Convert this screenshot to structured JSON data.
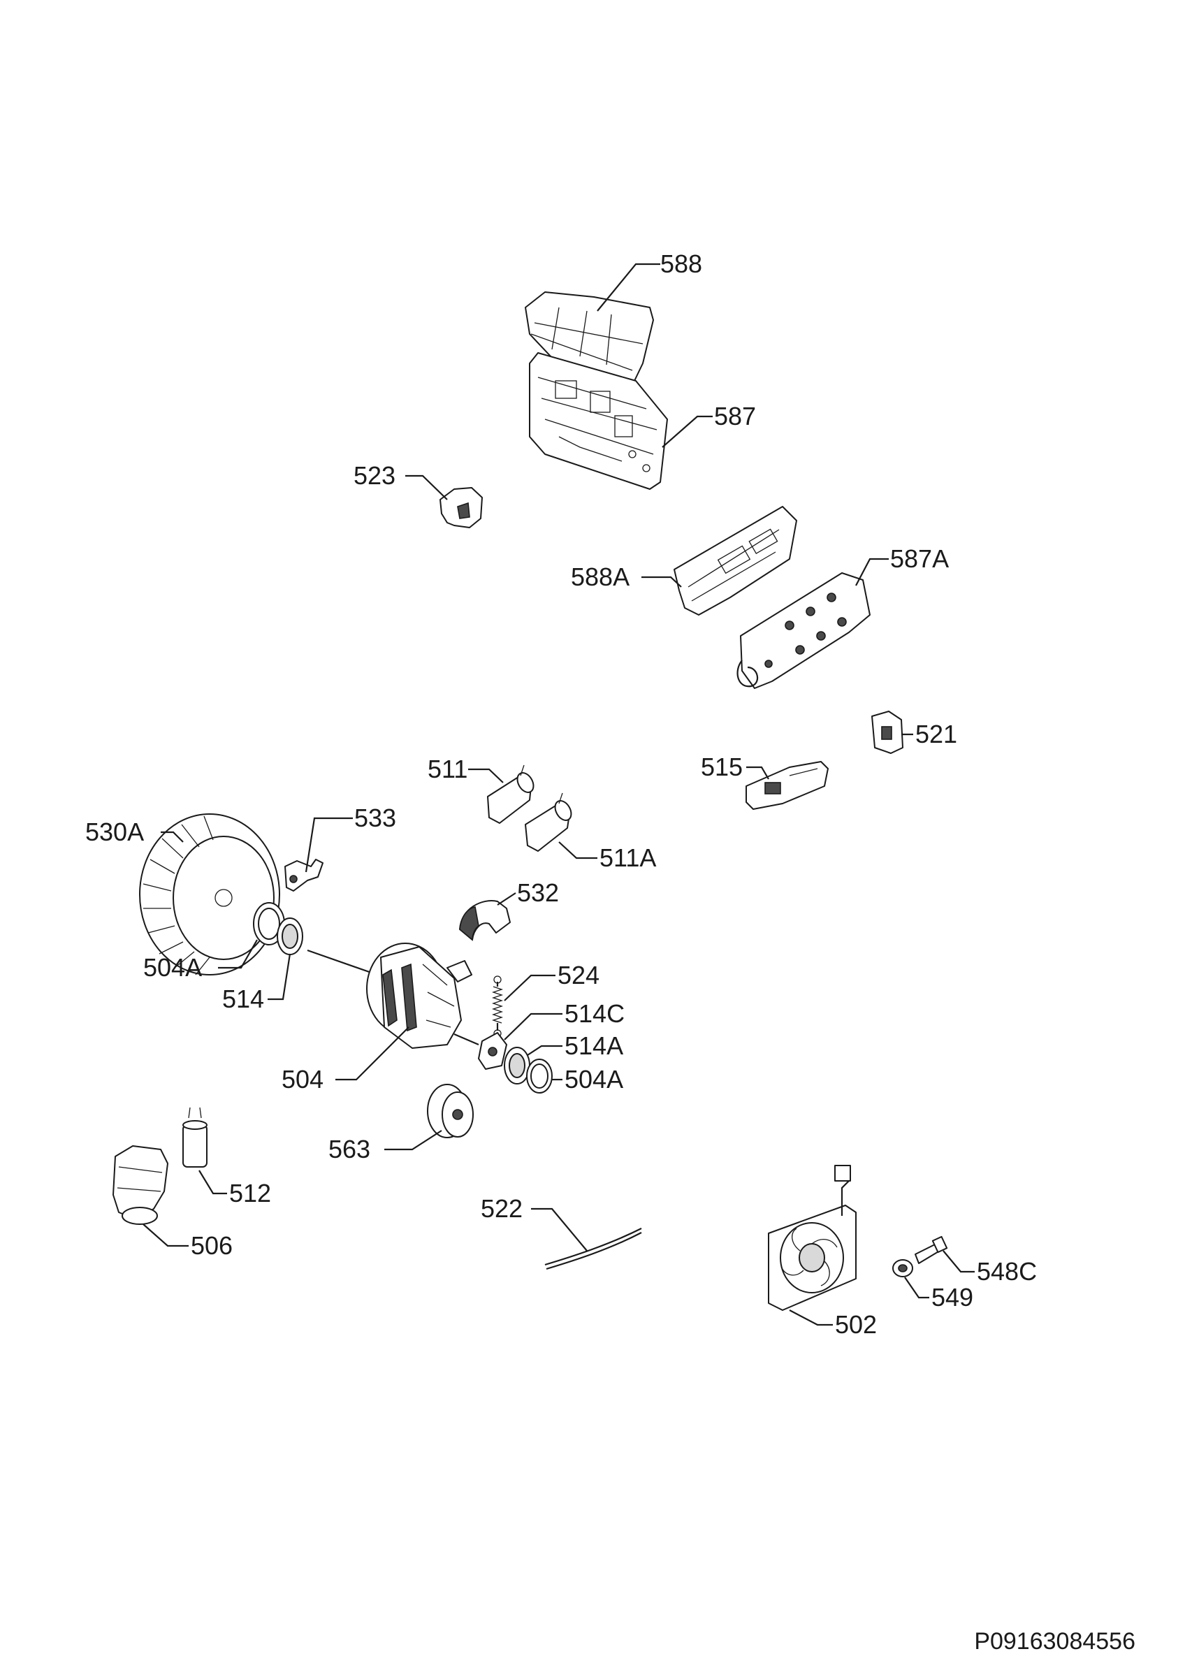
{
  "diagram": {
    "reference_code": "P09163084556",
    "parts": [
      {
        "id": "588"
      },
      {
        "id": "587"
      },
      {
        "id": "523"
      },
      {
        "id": "588A"
      },
      {
        "id": "587A"
      },
      {
        "id": "521"
      },
      {
        "id": "515"
      },
      {
        "id": "511"
      },
      {
        "id": "511A"
      },
      {
        "id": "530A"
      },
      {
        "id": "533"
      },
      {
        "id": "532"
      },
      {
        "id": "504A"
      },
      {
        "id": "514"
      },
      {
        "id": "524"
      },
      {
        "id": "514C"
      },
      {
        "id": "514A"
      },
      {
        "id": "504A"
      },
      {
        "id": "504"
      },
      {
        "id": "563"
      },
      {
        "id": "512"
      },
      {
        "id": "506"
      },
      {
        "id": "522"
      },
      {
        "id": "548C"
      },
      {
        "id": "549"
      },
      {
        "id": "502"
      }
    ]
  }
}
